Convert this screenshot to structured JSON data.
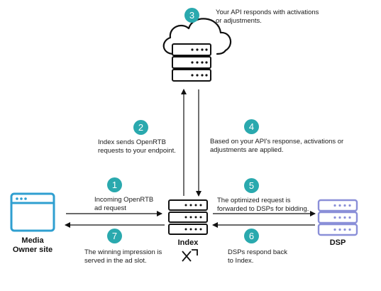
{
  "colors": {
    "step_badge": "#2aa9ae",
    "dsp_accent": "#8a8fd8",
    "media_site_accent": "#2f9fd0",
    "line": "#111111"
  },
  "nodes": {
    "media_owner": {
      "label": "Media\nOwner site",
      "icon": "browser-window-icon"
    },
    "index": {
      "label": "Index",
      "logo_text": "x",
      "icon": "server-rack-icon"
    },
    "dsp": {
      "label": "DSP",
      "icon": "server-rack-icon"
    },
    "api": {
      "icon": "cloud-server-icon"
    }
  },
  "steps": [
    {
      "number": "1",
      "text": "Incoming OpenRTB\nad request"
    },
    {
      "number": "2",
      "text": "Index sends OpenRTB\nrequests to your endpoint."
    },
    {
      "number": "3",
      "text": "Your API responds with activations\nor adjustments."
    },
    {
      "number": "4",
      "text": "Based on your API's response, activations or\nadjustments are applied."
    },
    {
      "number": "5",
      "text": "The optimized request is\nforwarded to DSPs for bidding."
    },
    {
      "number": "6",
      "text": "DSPs respond back\nto Index."
    },
    {
      "number": "7",
      "text": "The winning impression is\nserved in the ad slot."
    }
  ]
}
